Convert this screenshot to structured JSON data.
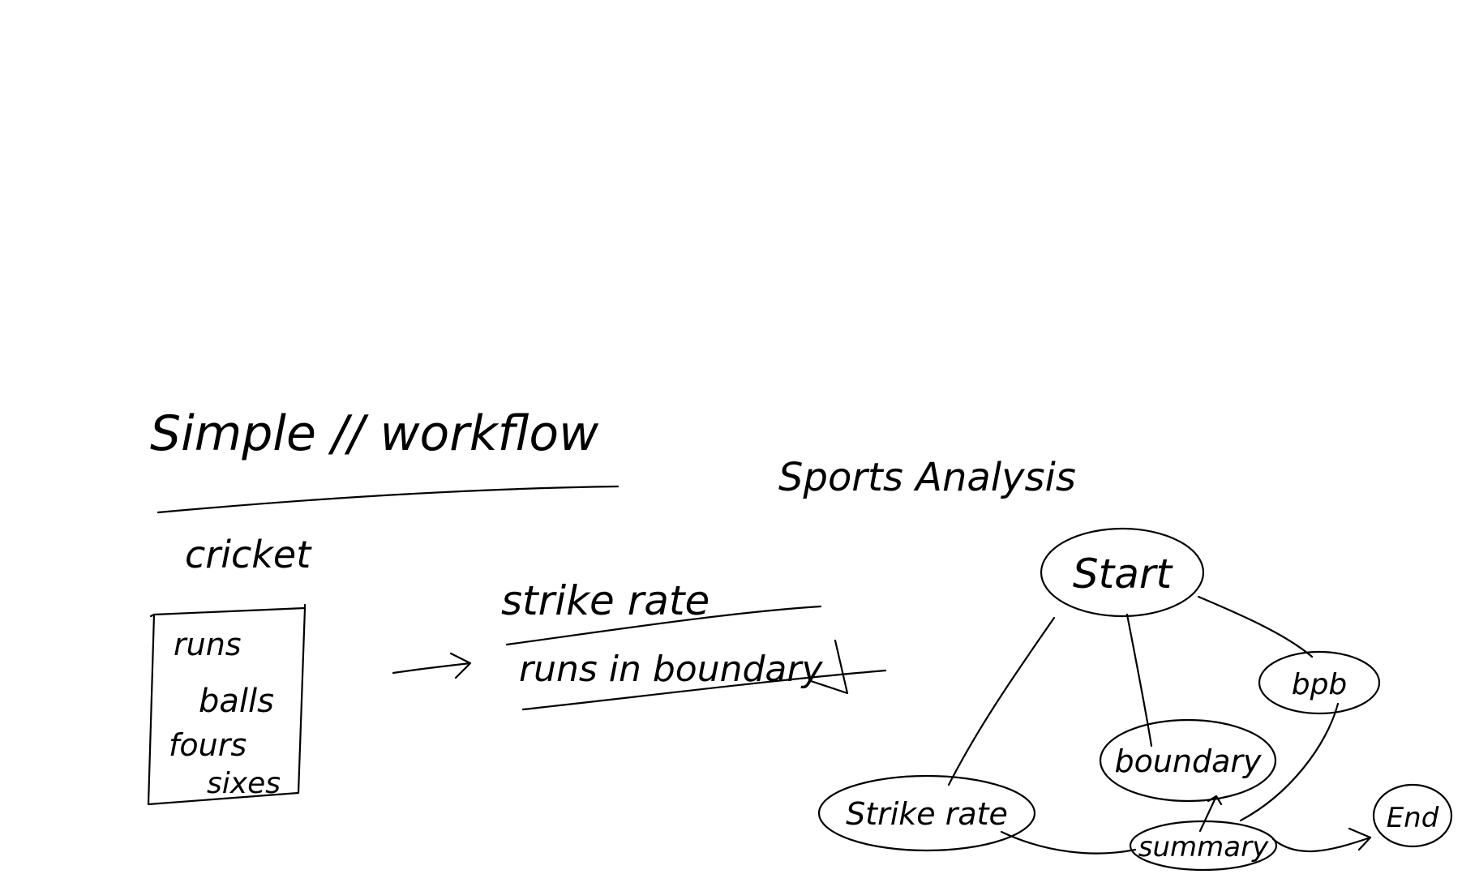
{
  "ink_color": "#000000",
  "background_color": "#ffffff",
  "title": "Simple // workflow",
  "subtitle": "Sports Analysis",
  "left_section": {
    "heading": "cricket",
    "input_box": {
      "items": [
        "runs",
        "balls",
        "fours",
        "sixes"
      ]
    },
    "outputs": [
      "strike rate",
      "runs in boundary"
    ]
  },
  "flow": {
    "nodes": {
      "start": "Start",
      "strike_rate": "Strike rate",
      "boundary": "boundary",
      "bpb": "bpb",
      "summary": "summary",
      "end": "End"
    }
  }
}
